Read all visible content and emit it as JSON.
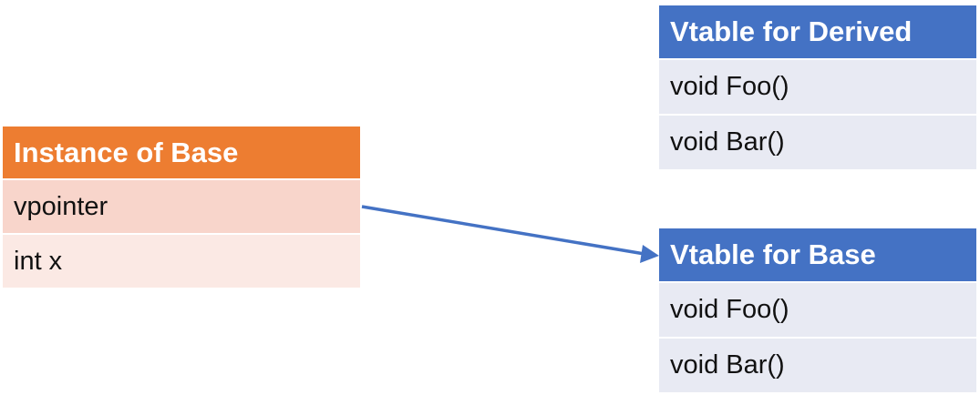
{
  "colors": {
    "base_header": "#ED7D31",
    "base_row_1": "#F8D5CB",
    "base_row_2": "#FBE9E4",
    "vtable_header": "#4472C4",
    "vtable_row": "#E8EAF3",
    "arrow": "#4472C4"
  },
  "instance": {
    "title": "Instance of Base",
    "rows": [
      "vpointer",
      "int x"
    ]
  },
  "vtable_derived": {
    "title": "Vtable for Derived",
    "rows": [
      "void Foo()",
      "void Bar()"
    ]
  },
  "vtable_base": {
    "title": "Vtable for Base",
    "rows": [
      "void Foo()",
      "void Bar()"
    ]
  },
  "arrow": {
    "from": "instance-row-vpointer",
    "to": "vtable-base-header",
    "icon": "arrowhead-icon"
  }
}
